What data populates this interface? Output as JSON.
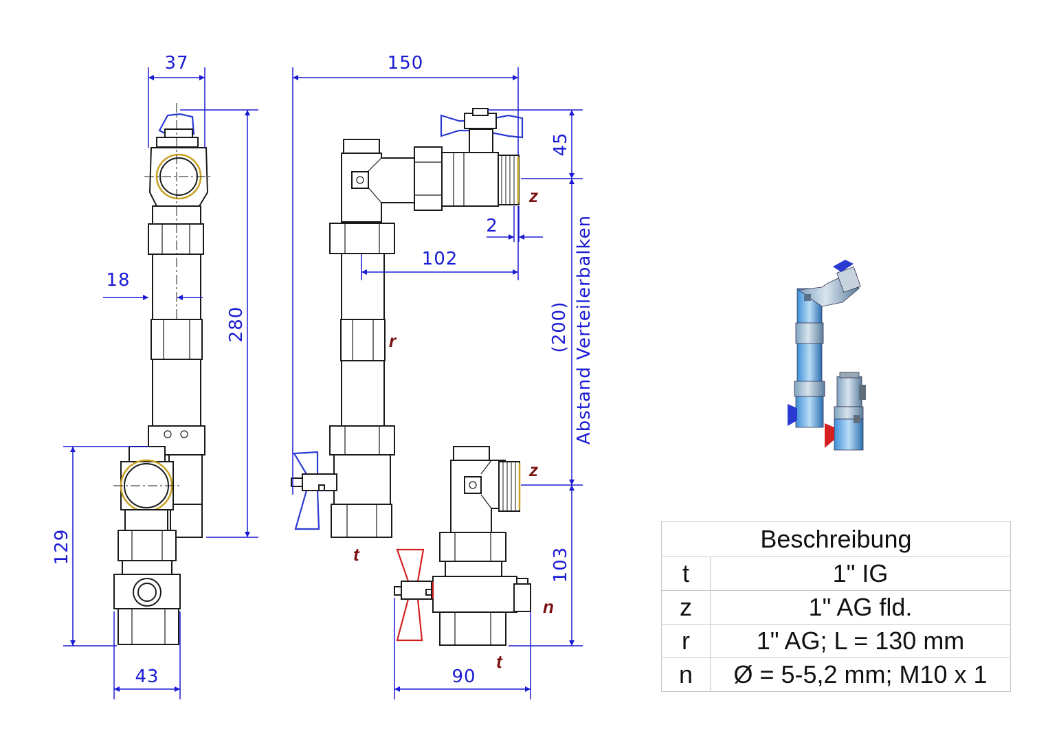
{
  "dimensions": {
    "d37": "37",
    "d150": "150",
    "d45": "45",
    "d2": "2",
    "d102": "102",
    "d18": "18",
    "d280": "280",
    "d200": "(200)",
    "abstand": "Abstand Verteilerbalken",
    "d129": "129",
    "d103": "103",
    "d43": "43",
    "d90": "90"
  },
  "markers": {
    "z1": "z",
    "r": "r",
    "t1": "t",
    "z2": "z",
    "n": "n",
    "t2": "t"
  },
  "table": {
    "header": "Beschreibung",
    "rows": [
      {
        "key": "t",
        "value": "1\" IG"
      },
      {
        "key": "z",
        "value": "1\" AG fld."
      },
      {
        "key": "r",
        "value": "1\" AG; L = 130 mm"
      },
      {
        "key": "n",
        "value": "Ø = 5-5,2 mm; M10 x 1"
      }
    ]
  },
  "colors": {
    "dimension": "#1a1ad4",
    "marker": "#7a1010",
    "handle_blue": "#2a3ad0",
    "handle_red": "#d42020",
    "thread_gold": "#c8a020"
  }
}
